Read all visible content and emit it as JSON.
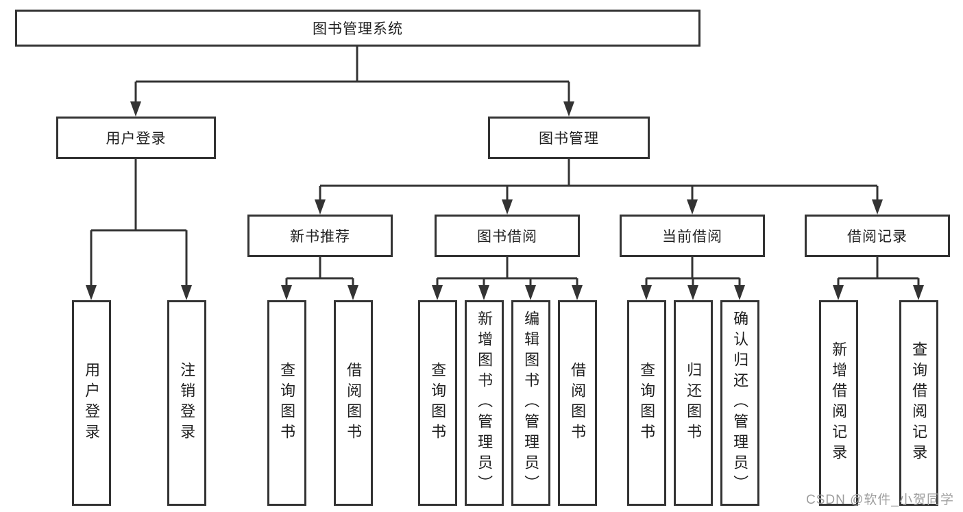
{
  "tree": {
    "root": "图书管理系统",
    "branches": [
      {
        "label": "用户登录",
        "leaves": [
          "用户登录",
          "注销登录"
        ]
      },
      {
        "label": "图书管理",
        "groups": [
          {
            "label": "新书推荐",
            "leaves": [
              "查询图书",
              "借阅图书"
            ]
          },
          {
            "label": "图书借阅",
            "leaves": [
              "查询图书",
              "新增图书（管理员）",
              "编辑图书（管理员）",
              "借阅图书"
            ]
          },
          {
            "label": "当前借阅",
            "leaves": [
              "查询图书",
              "归还图书",
              "确认归还（管理员）"
            ]
          },
          {
            "label": "借阅记录",
            "leaves": [
              "新增借阅记录",
              "查询借阅记录"
            ]
          }
        ]
      }
    ]
  },
  "watermark": "CSDN @软件_小贺同学",
  "colors": {
    "line": "#333333",
    "box_border": "#333333",
    "text": "#1f1f1f",
    "watermark": "#9e9e9e",
    "background": "#ffffff"
  }
}
